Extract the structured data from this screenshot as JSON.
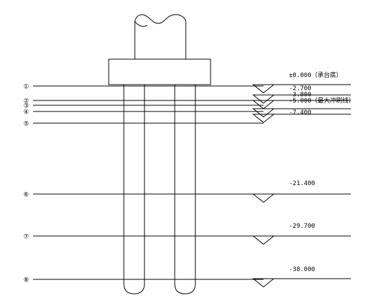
{
  "diagram": {
    "elevation_levels": [
      {
        "marker": "①",
        "elevation": "±0.000（承台底）"
      },
      {
        "marker": "②",
        "elevation": "-2.700"
      },
      {
        "marker": "③",
        "elevation": "-3.800"
      },
      {
        "marker": "④",
        "elevation": "-5.000（最大冲刷线）"
      },
      {
        "marker": "⑤",
        "elevation": "-7.400"
      },
      {
        "marker": "⑥",
        "elevation": "-21.400"
      },
      {
        "marker": "⑦",
        "elevation": "-29.700"
      },
      {
        "marker": "⑧",
        "elevation": "-38.000"
      }
    ]
  }
}
